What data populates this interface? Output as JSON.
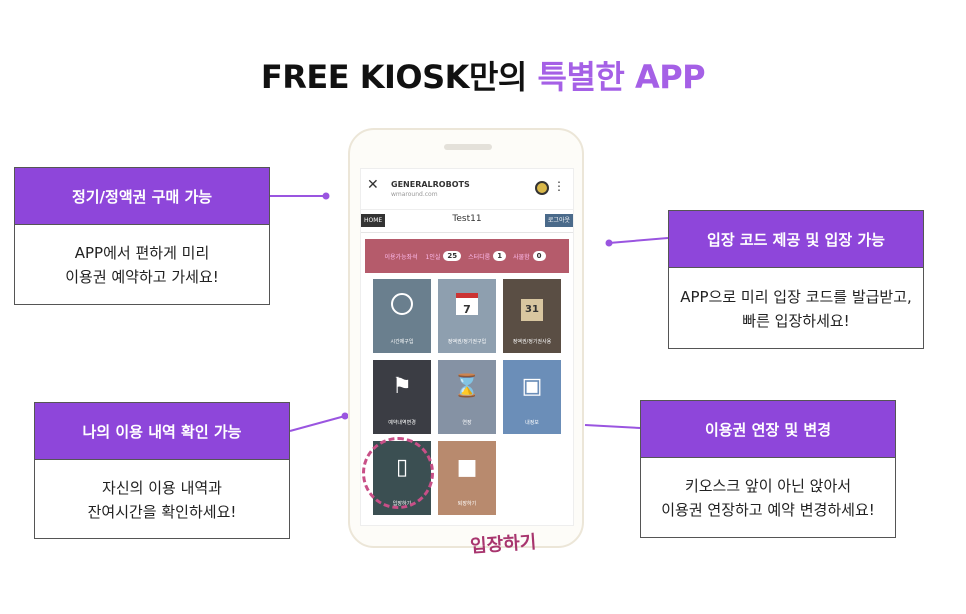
{
  "title": {
    "main": "FREE KIOSK만의",
    "accent": "특별한 APP"
  },
  "callouts": [
    {
      "heading": "정기/정액권 구매 가능",
      "line1": "APP에서 편하게 미리",
      "line2": "이용권 예약하고 가세요!"
    },
    {
      "heading": "입장 코드 제공 및 입장 가능",
      "line1": "APP으로 미리 입장 코드를 발급받고,",
      "line2": "빠른 입장하세요!"
    },
    {
      "heading": "나의 이용 내역 확인 가능",
      "line1": "자신의 이용 내역과",
      "line2": "잔여시간을 확인하세요!"
    },
    {
      "heading": "이용권 연장 및 변경",
      "line1": "키오스크 앞이 아닌 앉아서",
      "line2": "이용권 연장하고 예약 변경하세요!"
    }
  ],
  "phone": {
    "site_name": "GENERALROBOTS",
    "site_url": "wmaround.com",
    "close_symbol": "✕",
    "menu_symbol": "⋮",
    "home_label": "HOME",
    "page_title": "Test11",
    "login_label": "로그아웃",
    "status": {
      "prefix": "이용가능좌석",
      "items": [
        {
          "label": "1인실",
          "value": "25"
        },
        {
          "label": "스터디룸",
          "value": "1"
        },
        {
          "label": "사물함",
          "value": "0"
        }
      ]
    },
    "tiles": [
      {
        "label": "시간제구입",
        "icon": "clock-icon"
      },
      {
        "label": "정액권/정기권구입",
        "icon": "calendar-icon",
        "icon_text": "7"
      },
      {
        "label": "정액권/정기권사용",
        "icon": "calendar-icon",
        "icon_text": "31"
      },
      {
        "label": "예약내역변경",
        "icon": "chair-icon"
      },
      {
        "label": "연장",
        "icon": "hourglass-icon"
      },
      {
        "label": "내정보",
        "icon": "locker-icon"
      },
      {
        "label": "입장하기",
        "icon": "door-icon"
      },
      {
        "label": "퇴장하기",
        "icon": "lock-icon"
      }
    ]
  },
  "enter_annotation": "입장하기",
  "colors": {
    "accent": "#a560e6",
    "callout_head": "#8e46da",
    "status_strip": "#b55b6b",
    "highlight": "#c84f87"
  }
}
